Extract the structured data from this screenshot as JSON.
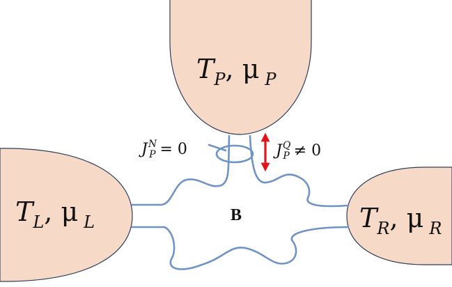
{
  "colors": {
    "reservoir_fill": "#f6d9c7",
    "reservoir_stroke": "#2e3d5a",
    "wire": "#6f93c6",
    "arrow": "#e0141b"
  },
  "reservoirs": {
    "top": {
      "T": "T",
      "T_sub": "P",
      "mu": "μ",
      "mu_sub": "P"
    },
    "left": {
      "T": "T",
      "T_sub": "L",
      "mu": "μ",
      "mu_sub": "L"
    },
    "right": {
      "T": "T",
      "T_sub": "R",
      "mu": "μ",
      "mu_sub": "R"
    }
  },
  "particle_current": {
    "symbol": "J",
    "sub": "P",
    "sup": "N",
    "relation": "= 0"
  },
  "heat_current": {
    "symbol": "J",
    "sub": "P",
    "sup": "Q",
    "relation": "≠ 0"
  },
  "central_system": {
    "label": "B"
  }
}
